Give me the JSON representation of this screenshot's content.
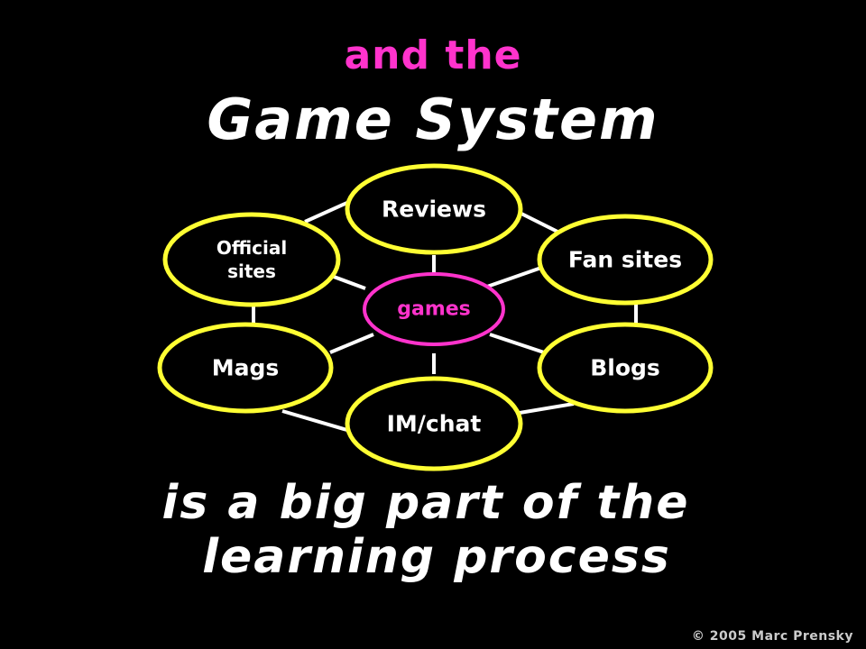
{
  "slide": {
    "title_pre": "and the",
    "title_main": "Game System",
    "caption_line1": "is a big part of the",
    "caption_line2": "learning process",
    "footer": "© 2005 Marc Prensky"
  },
  "diagram": {
    "center": {
      "id": "games",
      "label": "games"
    },
    "nodes": [
      {
        "id": "reviews",
        "lines": [
          "Reviews"
        ]
      },
      {
        "id": "fan-sites",
        "lines": [
          "Fan sites"
        ]
      },
      {
        "id": "blogs",
        "lines": [
          "Blogs"
        ]
      },
      {
        "id": "im-chat",
        "lines": [
          "IM/chat"
        ]
      },
      {
        "id": "mags",
        "lines": [
          "Mags"
        ]
      },
      {
        "id": "official-sites",
        "lines": [
          "Official",
          "sites"
        ]
      }
    ]
  },
  "colors": {
    "background": "#000000",
    "accent_pink": "#ff33cc",
    "outline_yellow": "#ffff33",
    "text_white": "#ffffff",
    "connector_white": "#ffffff",
    "footer_gray": "#cccccc"
  }
}
